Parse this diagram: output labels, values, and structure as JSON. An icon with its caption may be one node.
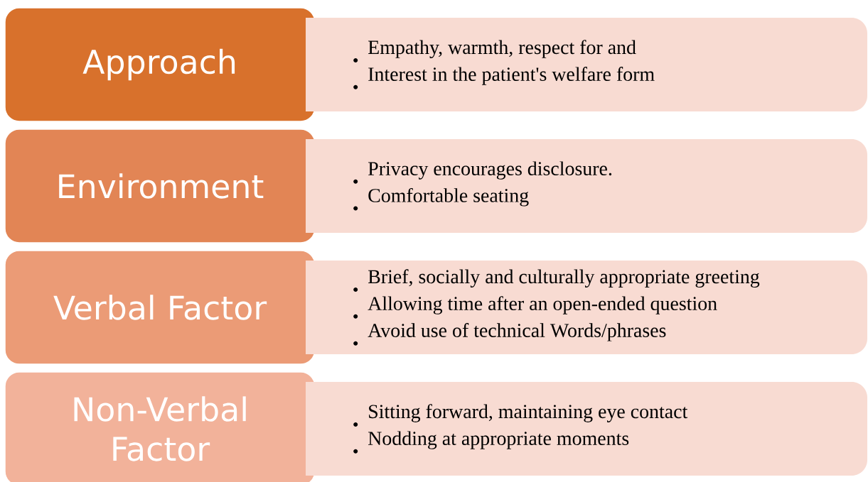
{
  "diagram": {
    "nodes": [
      {
        "text": [
          "Approach"
        ]
      },
      {
        "text": [
          "Empathy, warmth, respect for and",
          "Interest in the patient's welfare form"
        ]
      },
      {
        "text": [
          "Environment"
        ]
      },
      {
        "text": [
          "Privacy encourages disclosure.",
          "Comfortable seating"
        ]
      },
      {
        "text": [
          "Verbal Factor"
        ]
      },
      {
        "text": [
          "Brief, socially and culturally appropriate greeting",
          "Allowing time after an open-ended question",
          "Avoid use of technical Words/phrases"
        ]
      },
      {
        "text": [
          "Non-Verbal Factor"
        ]
      },
      {
        "text": [
          "Sitting forward, maintaining eye contact",
          "Nodding at appropriate moments"
        ]
      }
    ]
  }
}
